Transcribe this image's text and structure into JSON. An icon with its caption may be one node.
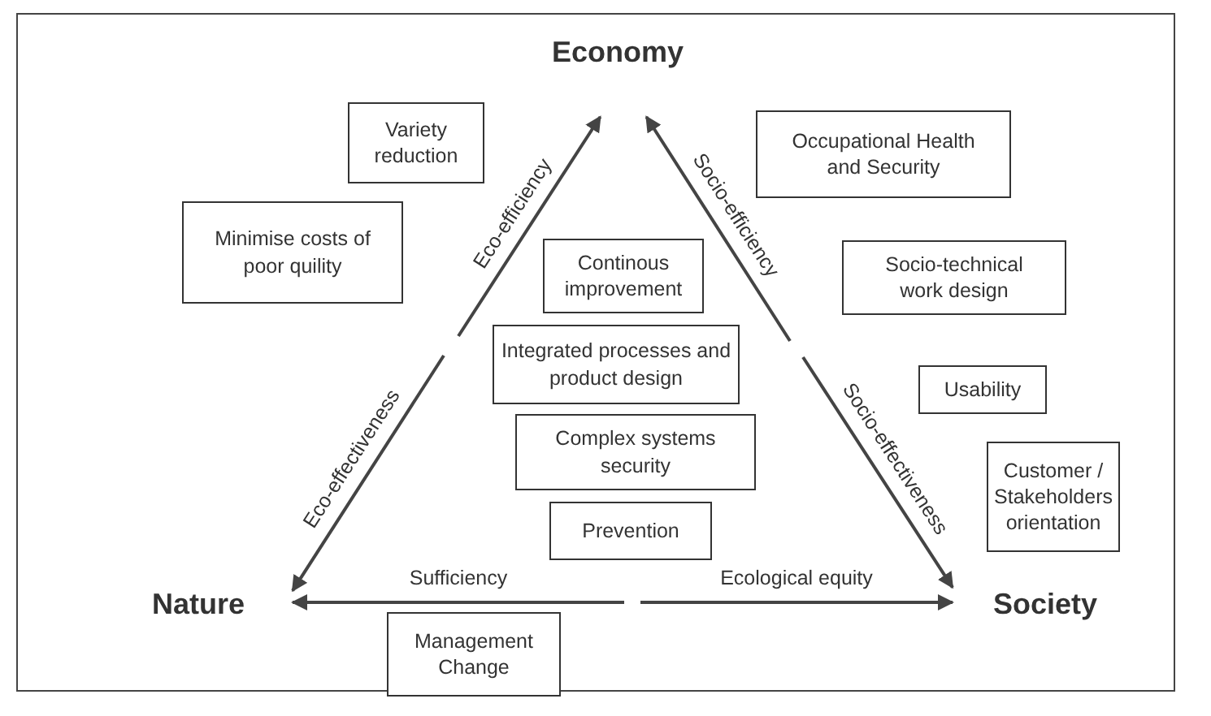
{
  "diagram": {
    "nodes": [
      {
        "text": [
          "Economy"
        ]
      },
      {
        "text": [
          "Variety reduction"
        ]
      },
      {
        "text": [
          "Minimise costs of poor quility"
        ]
      },
      {
        "text": [
          "Continous improvement"
        ]
      },
      {
        "text": [
          "Integrated processes and product design"
        ]
      },
      {
        "text": [
          "Complex systems security"
        ]
      },
      {
        "text": [
          "Prevention"
        ]
      },
      {
        "text": [
          "Occupational Health and Security"
        ]
      },
      {
        "text": [
          "Socio-technical work design"
        ]
      },
      {
        "text": [
          "Usability"
        ]
      },
      {
        "text": [
          "Customer / Stakeholders orientation"
        ]
      },
      {
        "text": [
          "Nature"
        ]
      },
      {
        "text": [
          "Society"
        ]
      },
      {
        "text": [
          "Management Change"
        ]
      }
    ],
    "edges": [
      {
        "from": null,
        "to": 0,
        "arrow": "to",
        "label": "Eco-efficiency"
      },
      {
        "from": null,
        "to": 11,
        "arrow": "to",
        "label": "Eco-effectiveness"
      },
      {
        "from": null,
        "to": 0,
        "arrow": "to",
        "label": "Socio-efficiency"
      },
      {
        "from": null,
        "to": 12,
        "arrow": "to",
        "label": "Socio-effectiveness"
      },
      {
        "from": null,
        "to": 11,
        "arrow": "to",
        "label": "Sufficiency"
      },
      {
        "from": null,
        "to": 12,
        "arrow": "to",
        "label": "Ecological equity"
      }
    ]
  }
}
